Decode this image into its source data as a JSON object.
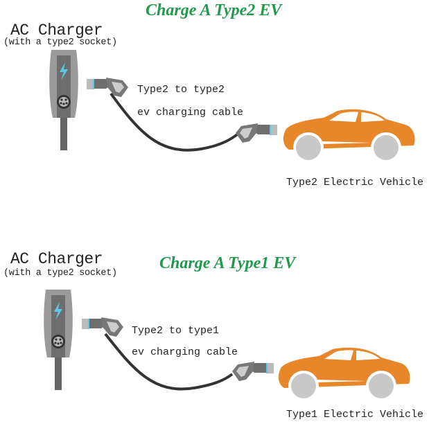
{
  "panels": [
    {
      "title": "Charge A Type2 EV",
      "charger_label": "AC Charger",
      "charger_sublabel": "(with a type2 socket)",
      "cable_label_line1": "Type2 to type2",
      "cable_label_line2": "ev charging cable",
      "vehicle_label": "Type2 Electric Vehicle"
    },
    {
      "title": "Charge A Type1 EV",
      "charger_label": "AC Charger",
      "charger_sublabel": "(with a type2 socket)",
      "cable_label_line1": "Type2 to type1",
      "cable_label_line2": "ev charging cable",
      "vehicle_label": "Type1 Electric Vehicle"
    }
  ],
  "colors": {
    "title": "#1f9a4b",
    "car": "#e8872a",
    "charger": "#8a8a8a",
    "bolt": "#5bc8e8",
    "wheel": "#c8c8c8"
  }
}
